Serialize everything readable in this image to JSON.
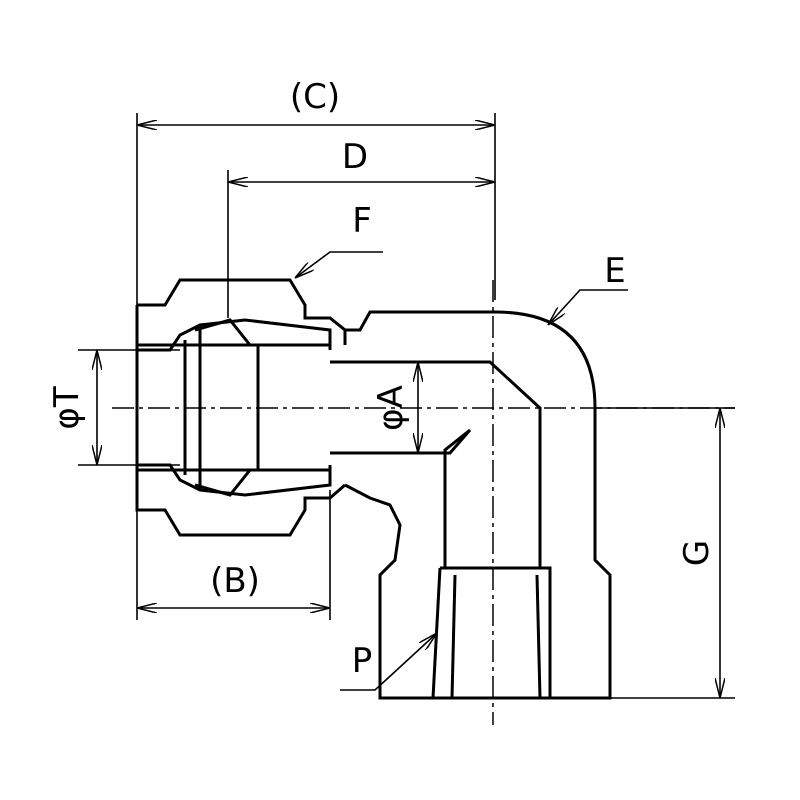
{
  "drawing": {
    "title": "Elbow fitting dimension drawing",
    "labels": {
      "C": "(C)",
      "D": "D",
      "F": "F",
      "E": "E",
      "T": "φT",
      "A": "φA",
      "B": "(B)",
      "G": "G",
      "P": "P"
    }
  }
}
